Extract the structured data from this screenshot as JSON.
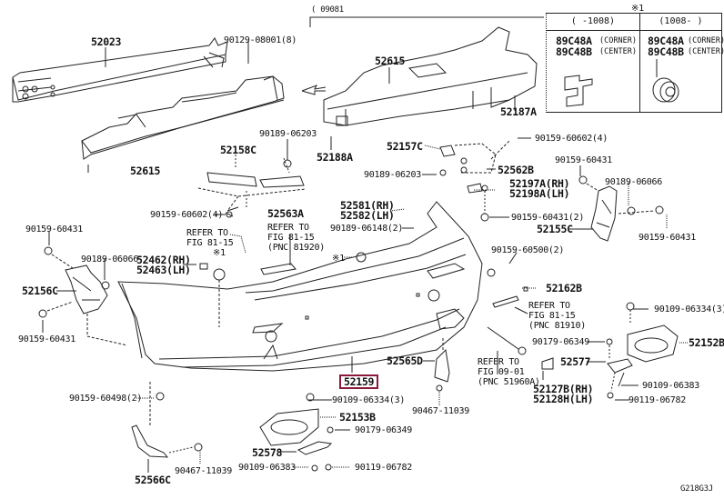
{
  "diagram": {
    "figure_code": "G218G3J",
    "top_bracket_label": "(   09081",
    "highlighted_part": "52159",
    "accent_color": "#8b1a3a",
    "inset": {
      "marker": "※1",
      "columns": [
        {
          "header": "(    -1008)",
          "parts": [
            {
              "no": "89C48A",
              "desc": "(CORNER)"
            },
            {
              "no": "89C48B",
              "desc": "(CENTER)"
            }
          ]
        },
        {
          "header": "(1008-      )",
          "parts": [
            {
              "no": "89C48A",
              "desc": "(CORNER)"
            },
            {
              "no": "89C48B",
              "desc": "(CENTER)"
            }
          ]
        }
      ]
    },
    "labels": {
      "p52023": "52023",
      "p90129": "90129-08001(8)",
      "p52615a": "52615",
      "p52615b": "52615",
      "p52187A": "52187A",
      "p52188A": "52188A",
      "p90189_06203a": "90189-06203",
      "p52158C": "52158C",
      "p52563A": "52563A",
      "p90159_60602a": "90159-60602(4)",
      "refer1_l1": "REFER TO",
      "refer1_l2": "FIG 81-15",
      "refer2_l1": "REFER TO",
      "refer2_l2": "FIG 81-15",
      "refer2_l3": "(PNC 81920)",
      "p52157C": "52157C",
      "p90159_60602b": "90159-60602(4)",
      "p52562B": "52562B",
      "p90189_06203b": "90189-06203",
      "p52197A": "52197A(RH)",
      "p52198A": "52198A(LH)",
      "p52581": "52581(RH)",
      "p52582": "52582(LH)",
      "p90189_06148": "90189-06148(2)",
      "p90159_60431_2": "90159-60431(2)",
      "p90159_60431_r1": "90159-60431",
      "p90189_06066_r": "90189-06066",
      "p52155C": "52155C",
      "p90159_60431_r2": "90159-60431",
      "p90159_60431_l1": "90159-60431",
      "p90189_06066_l": "90189-06066",
      "p52462": "52462(RH)",
      "p52463": "52463(LH)",
      "p52156C": "52156C",
      "p90159_60431_l2": "90159-60431",
      "mark1a": "※1",
      "mark1b": "※1",
      "p90159_60500": "90159-60500(2)",
      "p52162B": "52162B",
      "refer3_l1": "REFER TO",
      "refer3_l2": "FIG 81-15",
      "refer3_l3": "(PNC 81910)",
      "p90109_06334_r": "90109-06334(3)",
      "p90179_06349_r": "90179-06349",
      "p52152B": "52152B",
      "p52565D": "52565D",
      "refer4_l1": "REFER TO",
      "refer4_l2": "FIG 09-01",
      "refer4_l3": "(PNC 51960A)",
      "p52577": "52577",
      "p52127B": "52127B(RH)",
      "p52128H": "52128H(LH)",
      "p90109_06383_r": "90109-06383",
      "p90119_06782_r": "90119-06782",
      "p90467_11039_r": "90467-11039",
      "p90159_60498": "90159-60498(2)",
      "p90109_06334_b": "90109-06334(3)",
      "p52153B": "52153B",
      "p90179_06349_b": "90179-06349",
      "p52578": "52578",
      "p90109_06383_b": "90109-06383",
      "p90119_06782_b": "90119-06782",
      "p52566C": "52566C",
      "p90467_11039_b": "90467-11039"
    }
  }
}
